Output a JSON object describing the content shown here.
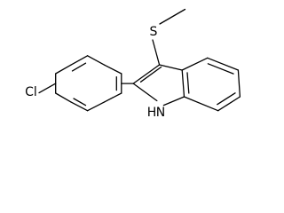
{
  "molecule": {
    "atoms": {
      "chlorine": "Cl",
      "sulfur": "S",
      "nitrogen_h": "H",
      "nitrogen_n": "N"
    }
  }
}
